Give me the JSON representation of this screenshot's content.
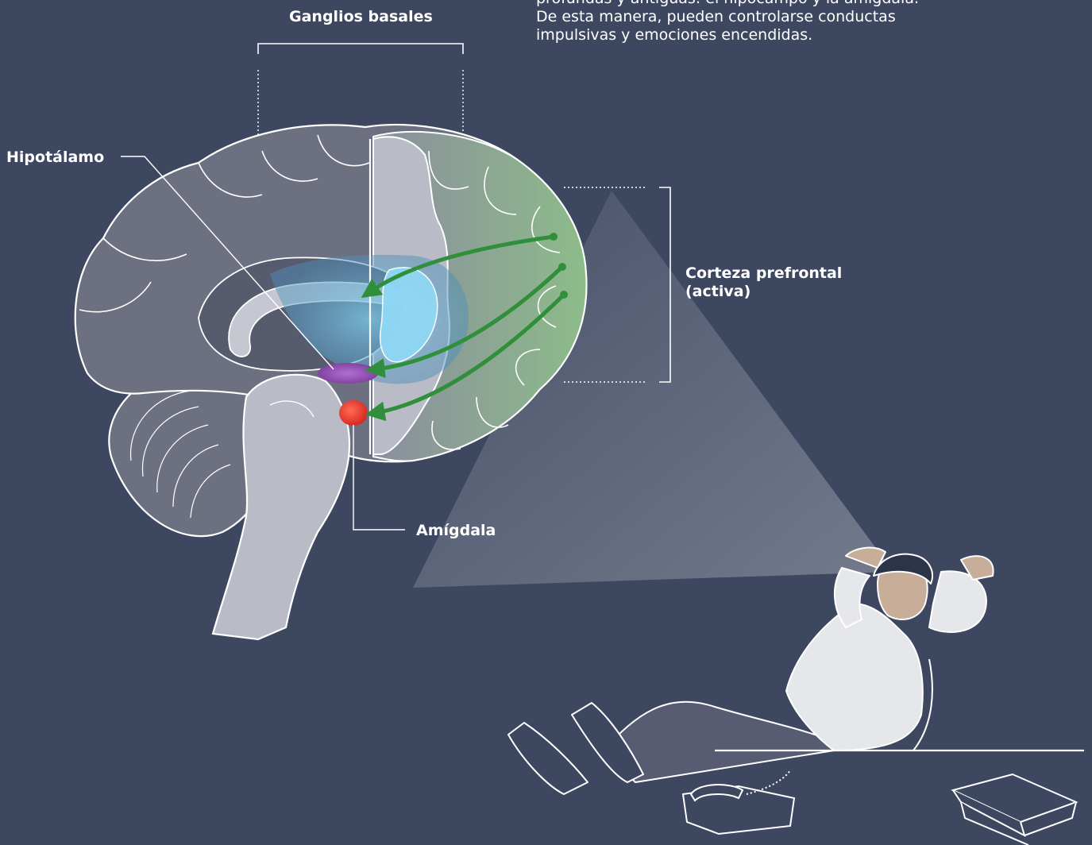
{
  "intro_text": {
    "line1": "profundas y antiguas: el hipocampo y la amígdala.",
    "line2": "De esta manera, pueden controlarse conductas",
    "line3": "impulsivas y emociones encendidas."
  },
  "labels": {
    "ganglios": "Ganglios basales",
    "hipotalamo": "Hipotálamo",
    "corteza_line1": "Corteza prefrontal",
    "corteza_line2": "(activa)",
    "amigdala": "Amígdala"
  },
  "colors": {
    "background": "#3d4760",
    "brain_outer": "#7a7e8c",
    "brain_inner": "#b9bcc6",
    "prefrontal_glow": "#8fbf8a",
    "basal_ganglia": "#7cc6e6",
    "hypothalamus": "#8a44a8",
    "amygdala": "#e83a2e",
    "arrow": "#2f8f3a",
    "line": "#ffffff"
  }
}
